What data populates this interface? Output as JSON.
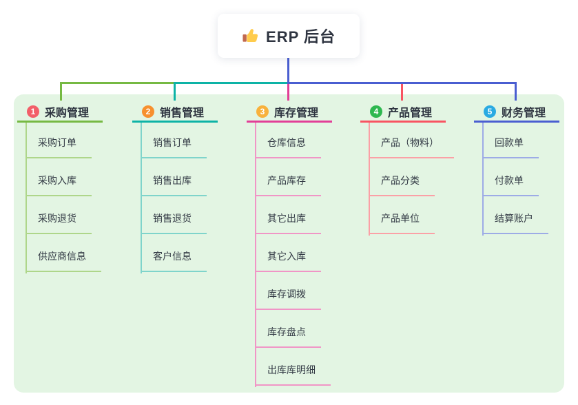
{
  "root": {
    "title": "ERP 后台",
    "icon": "thumbs-up-icon",
    "connector_color": "#4a5ed1"
  },
  "panel": {
    "background": "#e3f5e3"
  },
  "branches": [
    {
      "index": "1",
      "label": "采购管理",
      "badge_color": "#f25f69",
      "line_color": "#76b943",
      "child_line_color": "#aed68a",
      "children": [
        "采购订单",
        "采购入库",
        "采购退货",
        "供应商信息"
      ]
    },
    {
      "index": "2",
      "label": "销售管理",
      "badge_color": "#f7902e",
      "line_color": "#0db3a6",
      "child_line_color": "#7fd4cb",
      "children": [
        "销售订单",
        "销售出库",
        "销售退货",
        "客户信息"
      ]
    },
    {
      "index": "3",
      "label": "库存管理",
      "badge_color": "#f8b13c",
      "line_color": "#e23e97",
      "child_line_color": "#f095c6",
      "children": [
        "仓库信息",
        "产品库存",
        "其它出库",
        "其它入库",
        "库存调拨",
        "库存盘点",
        "出库库明细"
      ]
    },
    {
      "index": "4",
      "label": "产品管理",
      "badge_color": "#2eb850",
      "line_color": "#f85462",
      "child_line_color": "#fba0a6",
      "children": [
        "产品（物料）",
        "产品分类",
        "产品单位"
      ]
    },
    {
      "index": "5",
      "label": "财务管理",
      "badge_color": "#2aaae2",
      "line_color": "#4a5ed1",
      "child_line_color": "#9dabe6",
      "children": [
        "回款单",
        "付款单",
        "结算账户"
      ]
    }
  ]
}
